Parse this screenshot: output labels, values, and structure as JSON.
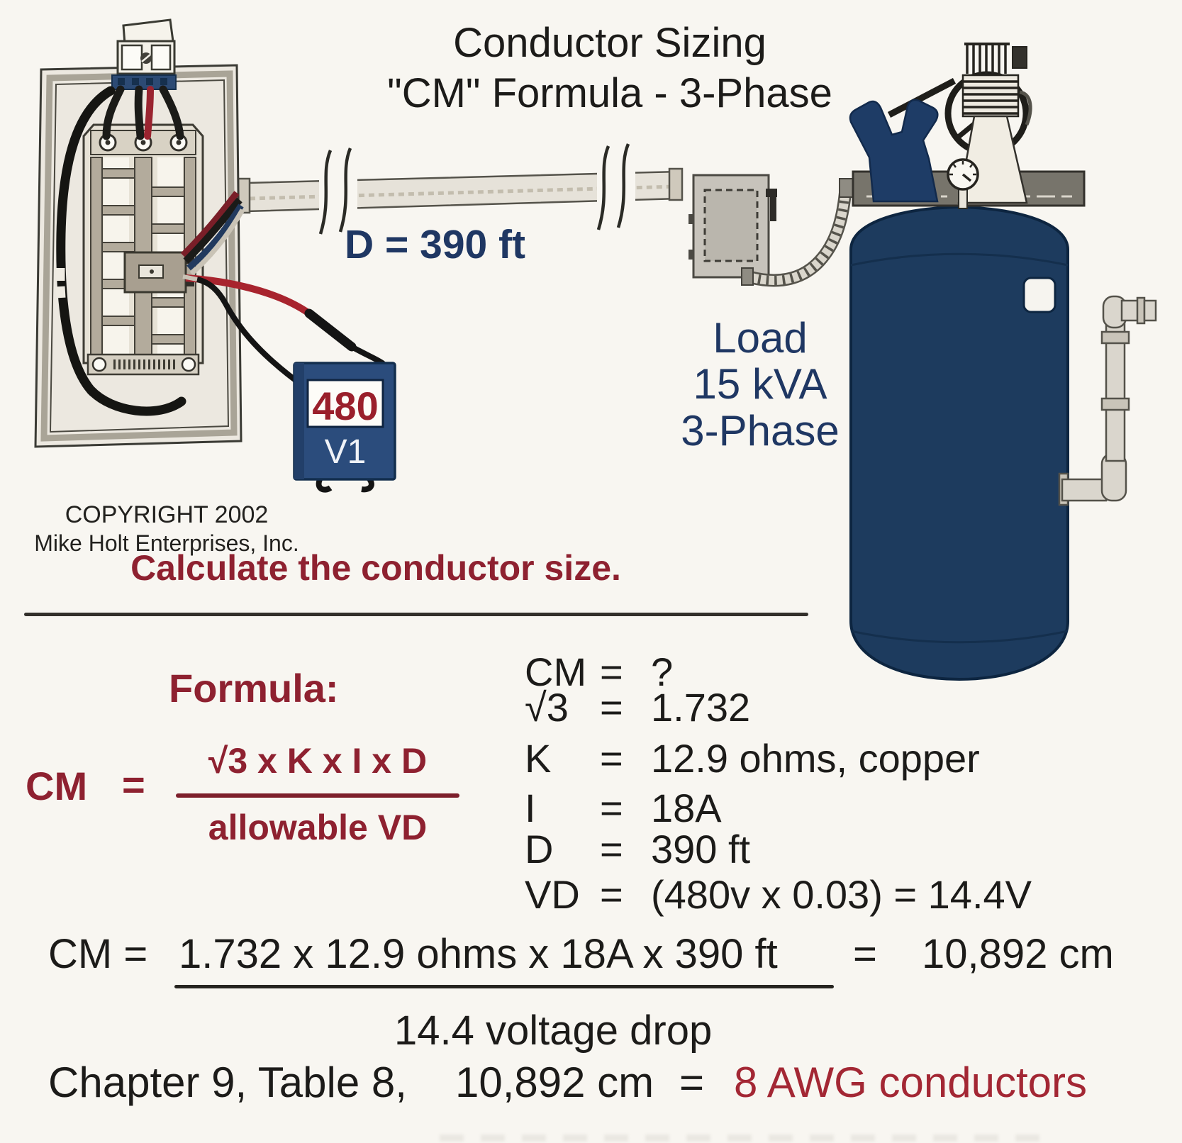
{
  "title": {
    "line1": "Conductor Sizing",
    "line2": "\"CM\" Formula - 3-Phase"
  },
  "diagram": {
    "distance_label": "D = 390 ft",
    "load": {
      "line1": "Load",
      "line2": "15 kVA",
      "line3": "3-Phase"
    },
    "meter": {
      "reading": "480",
      "label": "V1"
    },
    "copyright": {
      "line1": "COPYRIGHT 2002",
      "line2": "Mike Holt Enterprises, Inc."
    }
  },
  "problem": {
    "heading": "Calculate the conductor size."
  },
  "formula": {
    "label": "Formula:",
    "lhs": "CM",
    "equals": "=",
    "numerator": "√3 x K x I x D",
    "denominator": "allowable VD"
  },
  "variables": {
    "rows": [
      {
        "name": "CM",
        "eq": "=",
        "value": "?"
      },
      {
        "name": "√3",
        "eq": "=",
        "value": "1.732"
      },
      {
        "name": "K",
        "eq": "=",
        "value": "12.9 ohms, copper"
      },
      {
        "name": "I",
        "eq": "=",
        "value": "18A"
      },
      {
        "name": "D",
        "eq": "=",
        "value": "390 ft"
      },
      {
        "name": "VD",
        "eq": "=",
        "value": "(480v x 0.03) = 14.4V"
      }
    ]
  },
  "calculation": {
    "lhs": "CM =",
    "numerator": "1.732 x 12.9 ohms x 18A x 390 ft",
    "equals": "=",
    "result": "10,892 cm",
    "denominator": "14.4 voltage drop"
  },
  "conclusion": {
    "reference": "Chapter 9, Table 8,",
    "value": "10,892 cm",
    "equals": "=",
    "answer": "8 AWG conductors"
  },
  "colors": {
    "accent_red": "#8E2130",
    "answer_red": "#A32734",
    "navy_text": "#1F3763",
    "tank_blue": "#1D3B5E",
    "meter_blue": "#2B4C7C",
    "paper": "#F8F6F1"
  }
}
